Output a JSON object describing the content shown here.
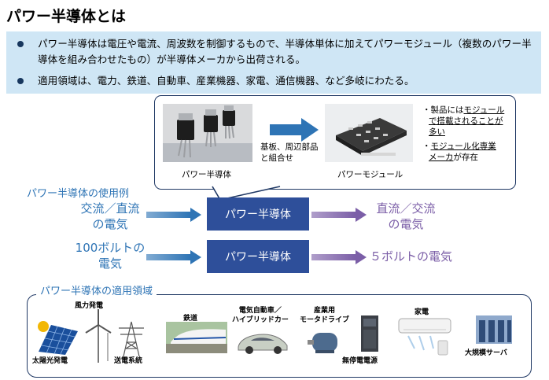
{
  "title": "パワー半導体とは",
  "bullets": [
    "パワー半導体は電圧や電流、周波数を制御するもので、半導体単体に加えてパワーモジュール（複数のパワー半導体を組み合わせたもの）が半導体メーカから出荷される。",
    "適用領域は、電力、鉄道、自動車、産業機器、家電、通信機器、など多岐にわたる。"
  ],
  "callout": {
    "left_caption": "パワー半導体",
    "right_caption": "パワーモジュール",
    "arrow_caption_1": "基板、周辺部品",
    "arrow_caption_2": "と組合せ",
    "note_1_a": "・製品には",
    "note_1_b": "モジュール",
    "note_1_c": "で搭載されることが",
    "note_1_d": "多い",
    "note_2_a": "・",
    "note_2_b": "モジュール化専業",
    "note_2_c": "メーカ",
    "note_2_d": "が存在"
  },
  "usage": {
    "heading": "パワー半導体の使用例",
    "row1_in_1": "交流／直流",
    "row1_in_2": "の電気",
    "row1_center": "パワー半導体",
    "row1_out_1": "直流／交流",
    "row1_out_2": "の電気",
    "row2_in_1": "100ボルトの",
    "row2_in_2": "電気",
    "row2_center": "パワー半導体",
    "row2_out": "５ボルトの電気"
  },
  "areas": {
    "heading": "パワー半導体の適用領域",
    "items": {
      "solar": "太陽光発電",
      "wind": "風力発電",
      "grid": "送電系統",
      "rail": "鉄道",
      "ev_1": "電気自動車／",
      "ev_2": "ハイブリッドカー",
      "motor_1": "産業用",
      "motor_2": "モータドライブ",
      "ups": "無停電電源",
      "appliance": "家電",
      "server": "大規模サーバ"
    }
  },
  "colors": {
    "box_bg": "#cfe6f5",
    "navy": "#1f3864",
    "blue_text": "#2e74b5",
    "purple_text": "#7b5ea7",
    "center_box": "#2e4f9a"
  }
}
